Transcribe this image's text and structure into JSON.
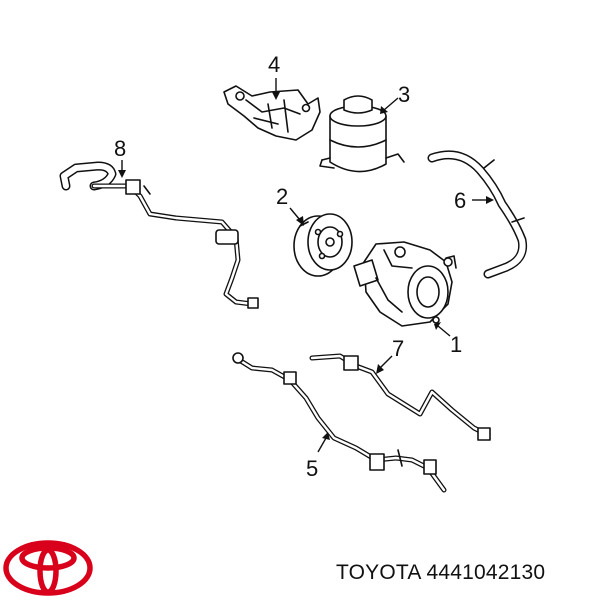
{
  "callouts": [
    {
      "id": "1",
      "label": "1"
    },
    {
      "id": "2",
      "label": "2"
    },
    {
      "id": "3",
      "label": "3"
    },
    {
      "id": "4",
      "label": "4"
    },
    {
      "id": "5",
      "label": "5"
    },
    {
      "id": "6",
      "label": "6"
    },
    {
      "id": "7",
      "label": "7"
    },
    {
      "id": "8",
      "label": "8"
    }
  ],
  "caption": {
    "brand": "TOYOTA",
    "part_number": "4441042130"
  },
  "logo": {
    "icon": "toyota-logo-icon",
    "color": "#d8001a"
  },
  "colors": {
    "line": "#111111",
    "background": "#ffffff"
  }
}
